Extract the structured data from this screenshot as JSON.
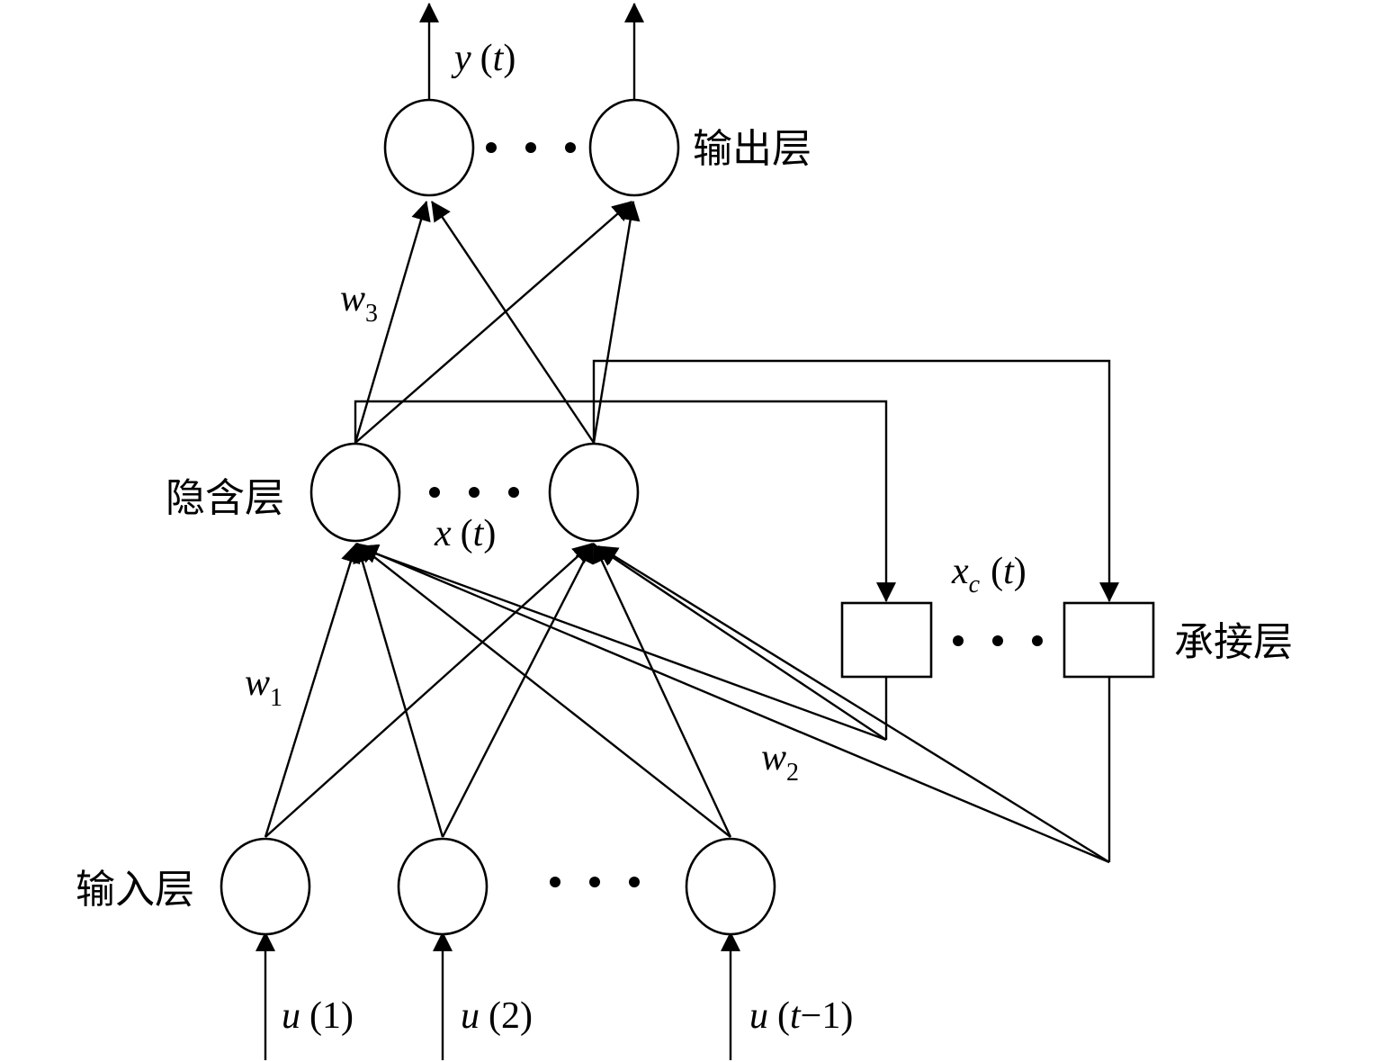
{
  "layers": {
    "output": "输出层",
    "hidden": "隐含层",
    "context": "承接层",
    "input": "输入层"
  },
  "symbols": {
    "output": {
      "var": "y",
      "arg": "t"
    },
    "hidden": {
      "var": "x",
      "arg": "t"
    },
    "context": {
      "var": "x",
      "sub": "c",
      "arg": "t"
    },
    "w1": {
      "var": "w",
      "sub": "1"
    },
    "w2": {
      "var": "w",
      "sub": "2"
    },
    "w3": {
      "var": "w",
      "sub": "3"
    }
  },
  "inputs": [
    {
      "var": "u",
      "arg": "1"
    },
    {
      "var": "u",
      "arg": "2"
    },
    {
      "var": "u",
      "arg": "t",
      "arg_suffix": "−1"
    }
  ],
  "paren_open": "(",
  "paren_close": ")",
  "colors": {
    "stroke": "#000000",
    "background": "#ffffff"
  }
}
